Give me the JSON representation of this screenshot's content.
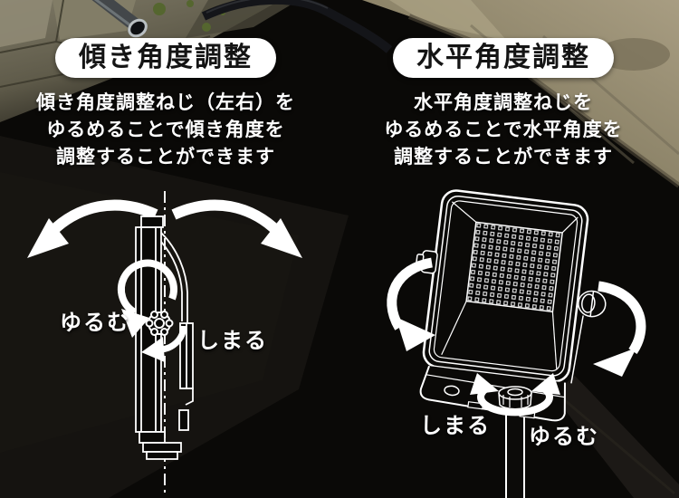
{
  "panels": [
    {
      "id": "tilt",
      "header": "傾き角度調整",
      "description_lines": [
        "傾き角度調整ねじ（左右）を",
        "ゆるめることで傾き角度を",
        "調整することができます"
      ],
      "labels": {
        "loosen": "ゆるむ",
        "tighten": "しまる"
      }
    },
    {
      "id": "horizontal",
      "header": "水平角度調整",
      "description_lines": [
        "水平角度調整ねじを",
        "ゆるめることで水平角度を",
        "調整することができます"
      ],
      "labels": {
        "tighten": "しまる",
        "loosen": "ゆるむ"
      }
    }
  ],
  "icons": {
    "tilt_arrows": "double-arc-tilt-arrow",
    "tilt_knob_arrow": "circular-rotation-arrow",
    "pan_left_arrow": "arc-rotation-arrow-left",
    "pan_right_arrow": "arc-rotation-arrow-right",
    "bottom_knob_arrow": "elliptical-rotation-arrow"
  },
  "colors": {
    "badge_bg": "#ffffff",
    "badge_text": "#141414",
    "body_text": "#ffffff",
    "lineart": "#ffffff",
    "background_base": "#0a0907",
    "pavement": "#6e6a58",
    "concrete": "#a09478"
  }
}
